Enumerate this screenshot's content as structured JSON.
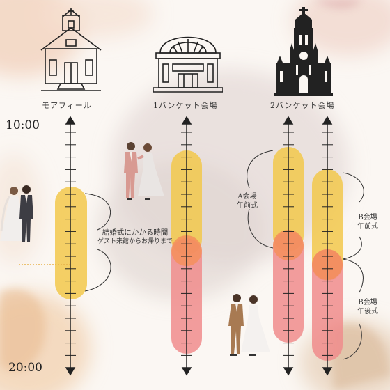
{
  "venues": [
    {
      "label": "モアフィール",
      "icon": "chapel-icon"
    },
    {
      "label": "1バンケット会場",
      "icon": "banquet-hall-icon"
    },
    {
      "label": "2バンケット会場",
      "icon": "cathedral-icon"
    }
  ],
  "times": {
    "start": "10:00",
    "end": "20:00"
  },
  "notes": {
    "duration_line1": "結婚式にかかる時間",
    "duration_line2": "ゲスト来館からお帰りまで",
    "a_line1": "A会場",
    "a_line2": "午前式",
    "b_am_line1": "B会場",
    "b_am_line2": "午前式",
    "b_pm_line1": "B会場",
    "b_pm_line2": "午後式"
  },
  "colors": {
    "yellow": "#f2c84b",
    "pink": "#f08c8c",
    "overlap": "#f58f5c",
    "axis": "#222222",
    "marker": "#e7b14a"
  },
  "illustrations": [
    "couple-dancing-illustration",
    "bride-groom-illustration",
    "walking-couple-illustration"
  ]
}
